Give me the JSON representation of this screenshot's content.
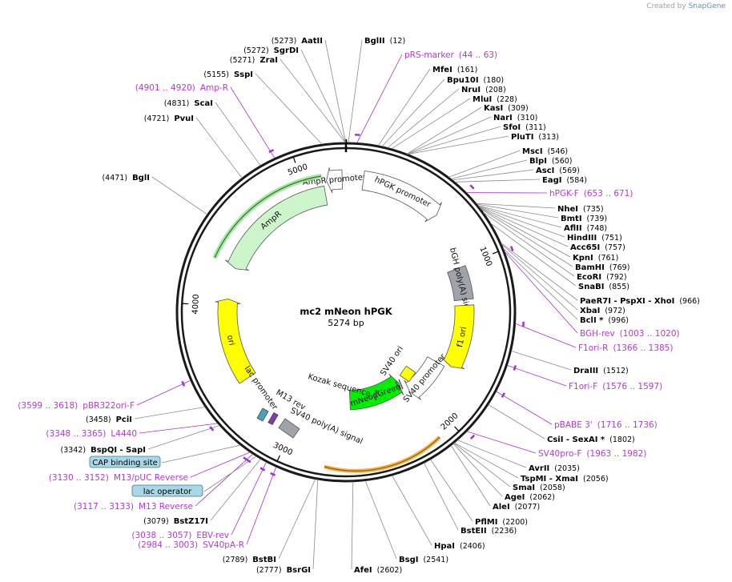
{
  "app": {
    "credit_prefix": "Created by",
    "brand": "SnapGene"
  },
  "plasmid": {
    "name": "mc2 mNeon hPGK",
    "size_label": "5274 bp",
    "length": 5274,
    "ticks": [
      "1000",
      "2000",
      "3000",
      "4000",
      "5000"
    ]
  },
  "colors": {
    "backbone": "#1a1a1a",
    "primer": "#a030d0",
    "ampr": "#ccf5cc",
    "ori": "#ffff00",
    "mneon": "#00ee00",
    "promoter": "#ffffff",
    "polyA": "#a0a4aa",
    "misc_box": "#a8d8e8",
    "orange": "#f5a623"
  },
  "features": [
    {
      "name": "AmpR promoter",
      "start": 5150,
      "end": 5250,
      "color": "#ffffff",
      "dir": -1
    },
    {
      "name": "AmpR",
      "start": 4270,
      "end": 5130,
      "color": "#ccf5cc",
      "dir": -1
    },
    {
      "name": "hPGK promoter",
      "start": 110,
      "end": 630,
      "color": "#ffffff",
      "dir": 1
    },
    {
      "name": "bGH poly(A) signal",
      "start": 1005,
      "end": 1230,
      "color": "#a0a4aa",
      "dir": 0
    },
    {
      "name": "f1 ori",
      "start": 1270,
      "end": 1720,
      "color": "#ffff00",
      "dir": 1
    },
    {
      "name": "SV40 promoter",
      "start": 1740,
      "end": 2070,
      "color": "#ffffff",
      "dir": 1
    },
    {
      "name": "mNeonGreen",
      "start": 2100,
      "end": 2600,
      "color": "#00ee00",
      "dir": -1
    },
    {
      "name": "ori",
      "start": 3460,
      "end": 4050,
      "color": "#ffff00",
      "dir": 1
    }
  ],
  "enzymes": [
    {
      "name": "AatII",
      "pos": "(5273)"
    },
    {
      "name": "BglII",
      "pos": "(12)"
    },
    {
      "name": "SgrDI",
      "pos": "(5272)"
    },
    {
      "name": "ZraI",
      "pos": "(5271)"
    },
    {
      "name": "SspI",
      "pos": "(5155)"
    },
    {
      "name": "ScaI",
      "pos": "(4831)"
    },
    {
      "name": "PvuI",
      "pos": "(4721)"
    },
    {
      "name": "BglI",
      "pos": "(4471)"
    },
    {
      "name": "MfeI",
      "pos": "(161)"
    },
    {
      "name": "Bpu10I",
      "pos": "(180)"
    },
    {
      "name": "NruI",
      "pos": "(208)"
    },
    {
      "name": "MluI",
      "pos": "(228)"
    },
    {
      "name": "KasI",
      "pos": "(309)"
    },
    {
      "name": "NarI",
      "pos": "(310)"
    },
    {
      "name": "SfoI",
      "pos": "(311)"
    },
    {
      "name": "PluTI",
      "pos": "(313)"
    },
    {
      "name": "MscI",
      "pos": "(546)"
    },
    {
      "name": "BlpI",
      "pos": "(560)"
    },
    {
      "name": "AscI",
      "pos": "(569)"
    },
    {
      "name": "EagI",
      "pos": "(584)"
    },
    {
      "name": "NheI",
      "pos": "(735)"
    },
    {
      "name": "BmtI",
      "pos": "(739)"
    },
    {
      "name": "AflII",
      "pos": "(748)"
    },
    {
      "name": "HindIII",
      "pos": "(751)"
    },
    {
      "name": "Acc65I",
      "pos": "(757)"
    },
    {
      "name": "KpnI",
      "pos": "(761)"
    },
    {
      "name": "BamHI",
      "pos": "(769)"
    },
    {
      "name": "EcoRI",
      "pos": "(792)"
    },
    {
      "name": "SnaBI",
      "pos": "(855)"
    },
    {
      "name": "PaeR7I - PspXI - XhoI",
      "pos": "(966)"
    },
    {
      "name": "XbaI",
      "pos": "(972)"
    },
    {
      "name": "BclI *",
      "pos": "(996)"
    },
    {
      "name": "DraIII",
      "pos": "(1512)"
    },
    {
      "name": "CsiI - SexAI *",
      "pos": "(1802)"
    },
    {
      "name": "AvrII",
      "pos": "(2035)"
    },
    {
      "name": "TspMI - XmaI",
      "pos": "(2056)"
    },
    {
      "name": "SmaI",
      "pos": "(2058)"
    },
    {
      "name": "AgeI",
      "pos": "(2062)"
    },
    {
      "name": "AleI",
      "pos": "(2077)"
    },
    {
      "name": "PflMI",
      "pos": "(2200)"
    },
    {
      "name": "BstEII",
      "pos": "(2236)"
    },
    {
      "name": "HpaI",
      "pos": "(2406)"
    },
    {
      "name": "BsgI",
      "pos": "(2541)"
    },
    {
      "name": "AfeI",
      "pos": "(2602)"
    },
    {
      "name": "BsrGI",
      "pos": "(2777)"
    },
    {
      "name": "BstBI",
      "pos": "(2789)"
    },
    {
      "name": "BstZ17I",
      "pos": "(3079)"
    },
    {
      "name": "BspQI - SapI",
      "pos": "(3342)"
    },
    {
      "name": "PciI",
      "pos": "(3458)"
    }
  ],
  "primers": [
    {
      "name": "pRS-marker",
      "pos": "(44 .. 63)"
    },
    {
      "name": "Amp-R",
      "pos": "(4901 .. 4920)"
    },
    {
      "name": "hPGK-F",
      "pos": "(653 .. 671)"
    },
    {
      "name": "BGH-rev",
      "pos": "(1003 .. 1020)"
    },
    {
      "name": "F1ori-R",
      "pos": "(1366 .. 1385)"
    },
    {
      "name": "F1ori-F",
      "pos": "(1576 .. 1597)"
    },
    {
      "name": "pBABE 3'",
      "pos": "(1716 .. 1736)"
    },
    {
      "name": "SV40pro-F",
      "pos": "(1963 .. 1982)"
    },
    {
      "name": "pBR322ori-F",
      "pos": "(3599 .. 3618)"
    },
    {
      "name": "L4440",
      "pos": "(3348 .. 3365)"
    },
    {
      "name": "M13/pUC Reverse",
      "pos": "(3130 .. 3152)"
    },
    {
      "name": "M13 Reverse",
      "pos": "(3117 .. 3133)"
    },
    {
      "name": "EBV-rev",
      "pos": "(3038 .. 3057)"
    },
    {
      "name": "SV40pA-R",
      "pos": "(2984 .. 3003)"
    }
  ],
  "boxes": {
    "cap": "CAP binding site",
    "lac": "lac operator"
  },
  "inner_labels": {
    "kozak": "Kozak sequence",
    "sv40ori": "SV40 ori",
    "m13rev": "M13 rev",
    "lacpromoter": "lac promoter",
    "sv40polyA": "SV40 poly(A) signal"
  }
}
